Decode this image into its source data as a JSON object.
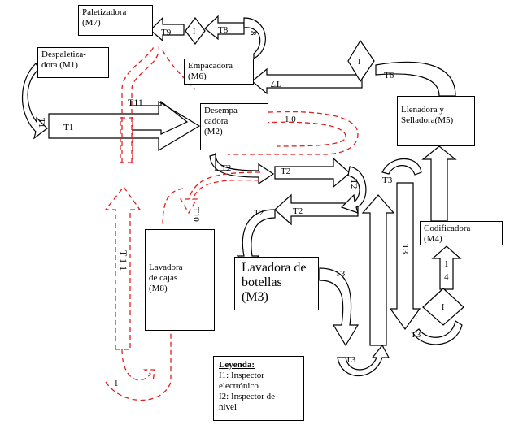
{
  "machines": {
    "m7": {
      "name": "Paletizadora",
      "code": "(M7)"
    },
    "m1": {
      "name": "Despaletiza-",
      "name2": "dora",
      "code": "(M1)"
    },
    "m6": {
      "name": "Empacadora",
      "code": "(M6)"
    },
    "m2": {
      "name": "Desempa-",
      "name2": "cadora",
      "code": "(M2)"
    },
    "m5": {
      "name": "Llenadora y",
      "name2": "Selladora",
      "code": "(M5)"
    },
    "m4": {
      "name": "Codificadora",
      "code": "(M4)"
    },
    "m8": {
      "name": "Lavadora",
      "name2": "de cajas",
      "code": "(M8)"
    },
    "m3": {
      "name": "Lavadora de",
      "name2": "botellas",
      "code": "(M3)"
    }
  },
  "transport_labels": {
    "t1_vertical": "T1",
    "t1": "T1",
    "t9": "T9",
    "t8": "T8",
    "t8b": "8",
    "t11": "T11",
    "t7": "T7",
    "t6": "T6",
    "t10": "1 0",
    "t10b": "T10",
    "t2_top": "T2",
    "t2_upper": "T2",
    "t2_curve": "T2",
    "t2_left": "T2",
    "t2_mid": "T2",
    "t3_right": "T3",
    "t3_top": "T3",
    "t3_m3": "T3",
    "t3_bottom": "T3",
    "t3_bottom_right": "T3",
    "t4": "1",
    "t4b": "4",
    "t11_vertical": "T 1 1",
    "t1_bottom": "1"
  },
  "inspectors": {
    "i_top": "I",
    "i_t6": "I",
    "i_m4": "I"
  },
  "legend": {
    "title": "Leyenda:",
    "line1": "I1: Inspector",
    "line2": "electrónico",
    "line3": "I2: Inspector de",
    "line4": "nivel"
  },
  "colors": {
    "line": "#000000",
    "dashed": "#e02020"
  }
}
